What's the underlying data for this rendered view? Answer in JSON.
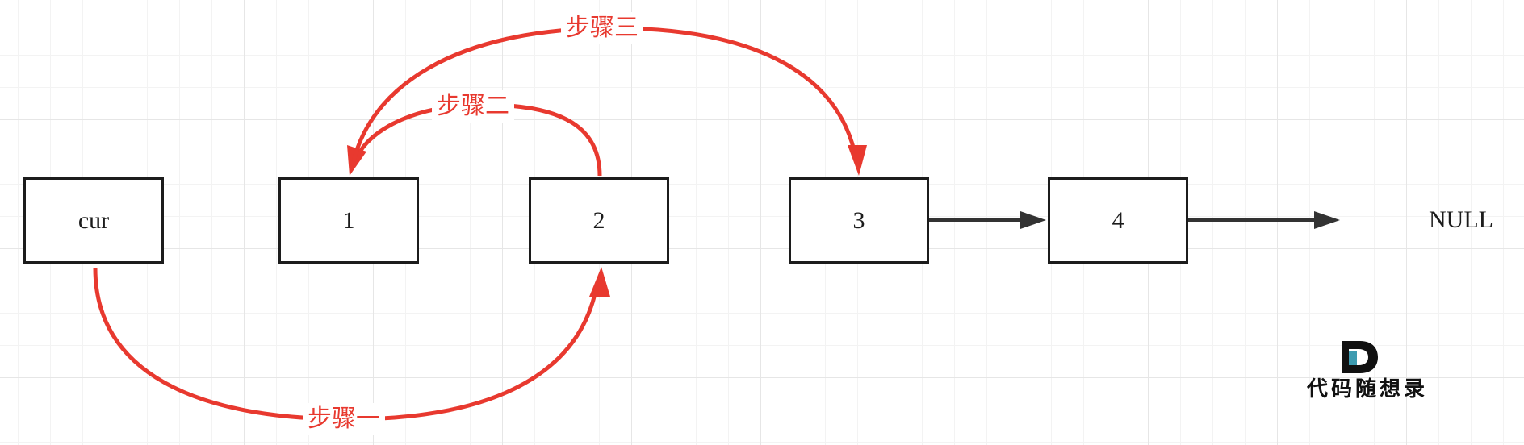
{
  "nodes": {
    "cur": "cur",
    "n1": "1",
    "n2": "2",
    "n3": "3",
    "n4": "4",
    "null_label": "NULL"
  },
  "steps": {
    "step1": "步骤一",
    "step2": "步骤二",
    "step3": "步骤三"
  },
  "logo": {
    "text": "代码随想录",
    "icon": "logo-d-icon"
  },
  "colors": {
    "step_arrow": "#e8392f",
    "node_border": "#1c1c1c",
    "next_arrow": "#333333"
  }
}
